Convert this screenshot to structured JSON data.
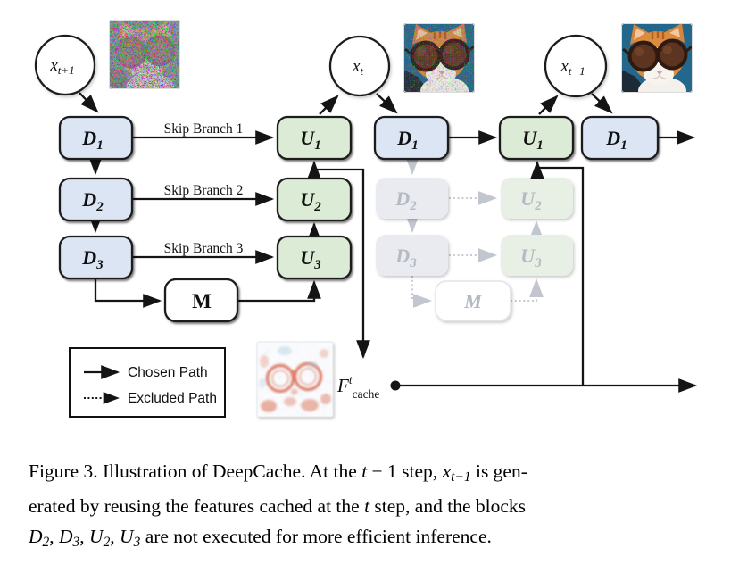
{
  "figure": {
    "states": {
      "x_next": {
        "base": "x",
        "sub": "t+1"
      },
      "x_cur": {
        "base": "x",
        "sub": "t"
      },
      "x_prev": {
        "base": "x",
        "sub": "t−1"
      }
    },
    "blocks": {
      "D1": {
        "base": "D",
        "sub": "1"
      },
      "D2": {
        "base": "D",
        "sub": "2"
      },
      "D3": {
        "base": "D",
        "sub": "3"
      },
      "U1": {
        "base": "U",
        "sub": "1"
      },
      "U2": {
        "base": "U",
        "sub": "2"
      },
      "U3": {
        "base": "U",
        "sub": "3"
      },
      "M": {
        "base": "M"
      }
    },
    "skip_branches": [
      "Skip Branch 1",
      "Skip Branch 2",
      "Skip Branch 3"
    ],
    "legend": {
      "chosen_label": "Chosen Path",
      "excluded_label": "Excluded Path"
    },
    "cache_label": {
      "base": "F",
      "sup": "t",
      "sub": "cache"
    },
    "colors": {
      "down_block": "#dbe5f3",
      "up_block": "#dcebd6",
      "mid_block": "#ffffff",
      "faded_down_block": "#e9ebf1",
      "faded_up_block": "#e8efe4",
      "faded_mid_block": "#ffffff",
      "faded_text": "#b4bac4",
      "faded_arrow": "#c6cad1",
      "arrow": "#141414"
    }
  },
  "caption": {
    "l1a": "Figure 3. Illustration of DeepCache. At the ",
    "l1b": "t",
    "l1c": " − 1 step, ",
    "l1d": "x",
    "l1e": "t−1",
    "l1f": " is gen-",
    "l2a": "erated by reusing the features cached at the ",
    "l2b": "t",
    "l2c": " step, and the blocks",
    "l3d2": "D",
    "l3d2s": "2",
    "l3c1": ", ",
    "l3d3": "D",
    "l3d3s": "3",
    "l3c2": ", ",
    "l3u2": "U",
    "l3u2s": "2",
    "l3c3": ", ",
    "l3u3": "U",
    "l3u3s": "3",
    "l3rest": " are not executed for more efficient inference."
  }
}
